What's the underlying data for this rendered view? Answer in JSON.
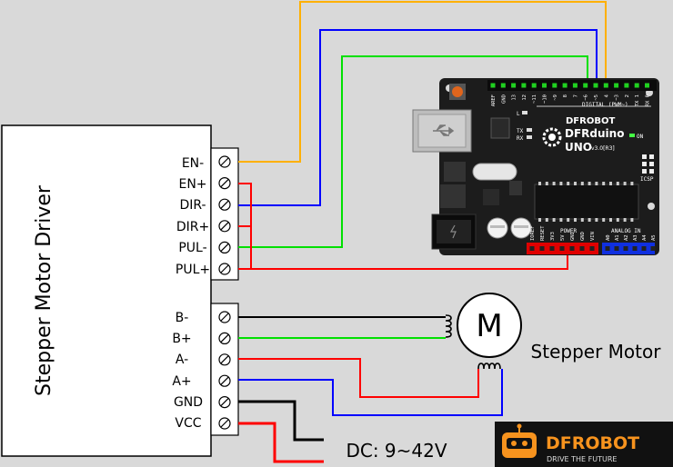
{
  "driver": {
    "title": "Stepper Motor Driver",
    "control_terminals": [
      "EN-",
      "EN+",
      "DIR-",
      "DIR+",
      "PUL-",
      "PUL+"
    ],
    "power_terminals": [
      "B-",
      "B+",
      "A-",
      "A+",
      "GND",
      "VCC"
    ]
  },
  "motor": {
    "symbol": "M",
    "label": "Stepper Motor"
  },
  "power": {
    "label": "DC: 9~42V"
  },
  "board": {
    "brand": "DFROBOT",
    "model": "DFRduino",
    "version": "UNO",
    "revision": "v3.0[R3]",
    "digital_header_label": "DIGITAL (PWM~)",
    "digital_pins": [
      "AREF",
      "GND",
      "13",
      "12",
      "~11",
      "~10",
      "~9",
      "8",
      "7",
      "~6",
      "~5",
      "4",
      "~3",
      "2",
      "TX 1",
      "RX 0"
    ],
    "power_header_label": "POWER",
    "power_pins": [
      "IOREF",
      "RESET",
      "3V3",
      "5V",
      "GND",
      "GND",
      "VIN"
    ],
    "analog_header_label": "ANALOG IN",
    "analog_pins": [
      "A0",
      "A1",
      "A2",
      "A3",
      "A4",
      "A5"
    ],
    "led_tx": "TX",
    "led_rx": "RX",
    "led_l": "L",
    "led_on": "ON",
    "icsp_label": "ICSP"
  },
  "logo": {
    "name": "DFROBOT",
    "tagline": "DRIVE THE FUTURE"
  },
  "colors": {
    "background": "#d9d9d9",
    "wire_orange": "#ffb000",
    "wire_blue": "#0000ff",
    "wire_green": "#00e000",
    "wire_red": "#ff0000",
    "wire_black": "#000000",
    "board": "#1c1c1c",
    "logo_bg": "#111111",
    "logo_accent": "#f7931e"
  }
}
